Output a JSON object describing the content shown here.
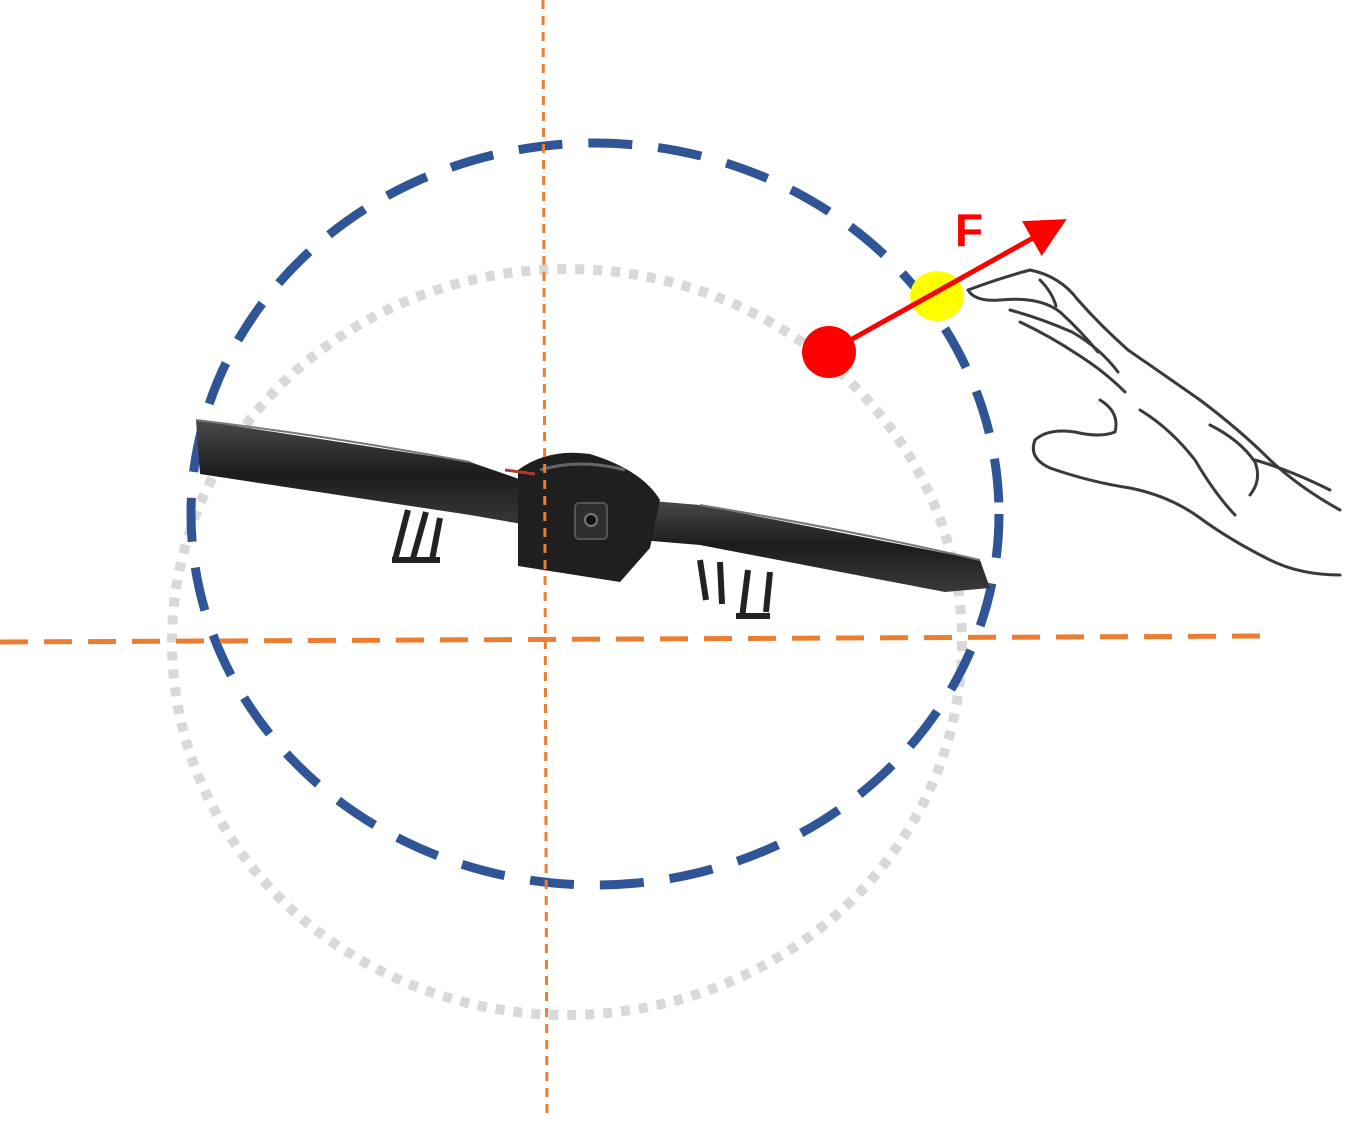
{
  "labels": {
    "force": "F"
  },
  "colors": {
    "axis": "#ED7D31",
    "outer_circle": "#2F5597",
    "inner_circle": "#D9D9D9",
    "force": "#FF0000",
    "contact_point": "#FFFF00",
    "drone": "#1e1e1e",
    "hand_outline": "#3a3a3a",
    "background": "#FFFFFF"
  },
  "objects": {
    "drone": "quadcopter",
    "hand": "hand-sketch"
  }
}
